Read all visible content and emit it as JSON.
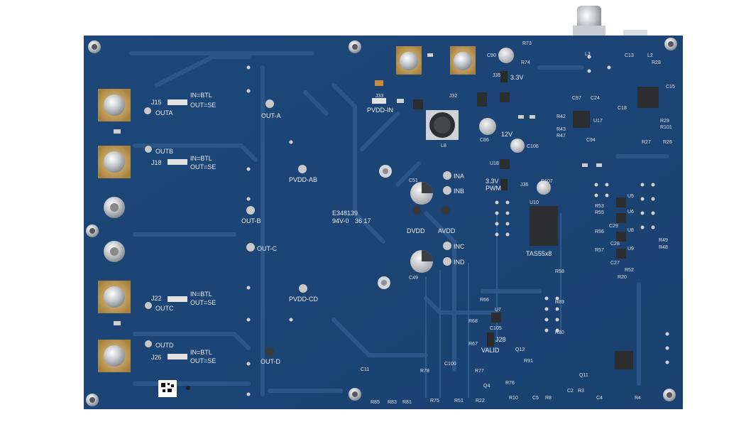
{
  "board": {
    "colors": {
      "pcb": "#1f4a7c",
      "pcb_dark": "#173c66",
      "trace": "#2b5687",
      "silkscreen": "#e9eef5",
      "gold": "#c9a15a",
      "metal": "#bfc3c8"
    },
    "labels": {
      "j15": "J15",
      "j18": "J18",
      "j22": "J22",
      "j26": "J26",
      "in_btl": "IN=BTL",
      "out_se": "OUT=SE",
      "outa": "OUTA",
      "outb": "OUTB",
      "outc": "OUTC",
      "outd": "OUTD",
      "out_a": "OUT-A",
      "out_b": "OUT-B",
      "out_c": "OUT-C",
      "out_d": "OUT-D",
      "pvdd_ab": "PVDD-AB",
      "pvdd_cd": "PVDD-CD",
      "pvdd_in": "PVDD-IN",
      "v33": "3.3V",
      "v12": "12V",
      "v33b": "3.3V",
      "pwm": "PWM",
      "dvdd": "DVDD",
      "avdd": "AVDD",
      "ina": "INA",
      "inb": "INB",
      "inc": "INC",
      "ind": "IND",
      "ul_code": "E348139",
      "rating": "94V-0",
      "date": "36 17",
      "tas": "TAS55x8",
      "valid": "VALID",
      "j28": "J28",
      "j33": "J33",
      "j32": "J32",
      "j35": "J35",
      "j36": "J36",
      "l8": "L8",
      "c49": "C49",
      "c51": "C51",
      "c86": "C86",
      "c90": "C90",
      "c106": "C106",
      "c107": "C107",
      "u10": "U10",
      "u5": "U5",
      "u6": "U6",
      "u7": "U7",
      "u8": "U8",
      "u9": "U9",
      "u17": "U17",
      "u18": "U18",
      "r73": "R73",
      "r74": "R74",
      "r58": "R58",
      "r89": "R89",
      "r80": "R80",
      "r91": "R91",
      "r66": "R66",
      "r68": "R68",
      "r67": "R67",
      "q4": "Q4",
      "q11": "Q11",
      "q12": "Q12",
      "r85": "R85",
      "r83": "R83",
      "r81": "R81",
      "r75": "R75",
      "r51": "R51",
      "r22": "R22",
      "r10": "R10",
      "c5": "C5",
      "r8": "R8",
      "c2": "C2",
      "r3": "R3",
      "c4": "C4",
      "r4": "R4",
      "c11": "C11",
      "c13": "C13",
      "l2": "L2",
      "l3": "L3",
      "c18": "C18",
      "c27": "C27",
      "c28": "C28",
      "c29": "C29",
      "r52": "R52",
      "r53": "R53",
      "r55": "R55",
      "r56": "R56",
      "r57": "R57",
      "r20": "R20",
      "r48": "R48",
      "r49": "R49",
      "r27": "R27",
      "r26": "R26",
      "r29": "R29",
      "r101": "R101",
      "r28": "R28",
      "c15": "C15",
      "c24": "C24",
      "c97": "C97",
      "c94": "C94",
      "r43": "R43",
      "r42": "R42",
      "r47": "R47",
      "r76": "R76",
      "r77": "R77",
      "r78": "R78",
      "c100": "C100",
      "c105": "C105"
    }
  }
}
